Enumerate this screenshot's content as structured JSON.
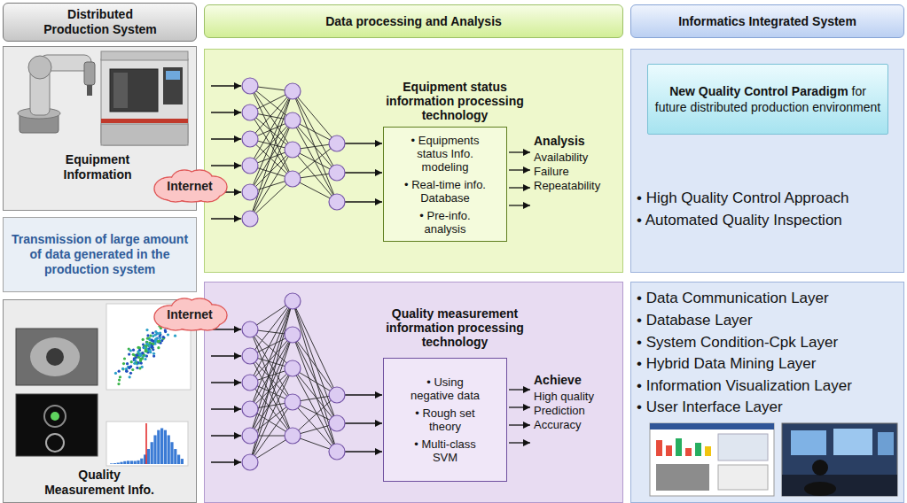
{
  "diagram": {
    "nodes": [
      {
        "text": [
          "Distributed Production System"
        ]
      },
      {
        "text": [
          "Data processing and Analysis"
        ]
      },
      {
        "text": [
          "Informatics Integrated System"
        ]
      },
      {
        "text": [
          "Equipment Information"
        ]
      },
      {
        "text": [
          "Transmission of large amount of data generated in the production system"
        ]
      },
      {
        "text": [
          "Quality Measurement Info."
        ]
      },
      {
        "text": [
          "Internet"
        ]
      },
      {
        "text": [
          "Internet"
        ]
      },
      {
        "text": [
          "Equipment status information processing technology",
          "Analysis",
          "Availability",
          "Failure",
          "Repeatability"
        ]
      },
      {
        "text": [
          "• Equipments status Info. modeling",
          "• Real-time info. Database",
          "• Pre-info. analysis"
        ],
        "in": 8
      },
      {
        "text": [
          "Quality measurement information processing technology",
          "Achieve",
          "High quality",
          "Prediction",
          "Accuracy"
        ]
      },
      {
        "text": [
          "• Using negative data",
          "• Rough set theory",
          "• Multi-class SVM"
        ],
        "in": 10
      },
      {
        "text": [
          "• High Quality Control Approach",
          "• Automated Quality Inspection"
        ]
      },
      {
        "text": [
          "New Quality Control Paradigm",
          "for future distributed production environment"
        ],
        "in": 12
      },
      {
        "text": [
          "• Data Communication Layer",
          "• Database Layer",
          "• System Condition-Cpk Layer",
          "• Hybrid Data Mining Layer",
          "• Information Visualization Layer",
          "• User Interface Layer"
        ]
      }
    ]
  }
}
